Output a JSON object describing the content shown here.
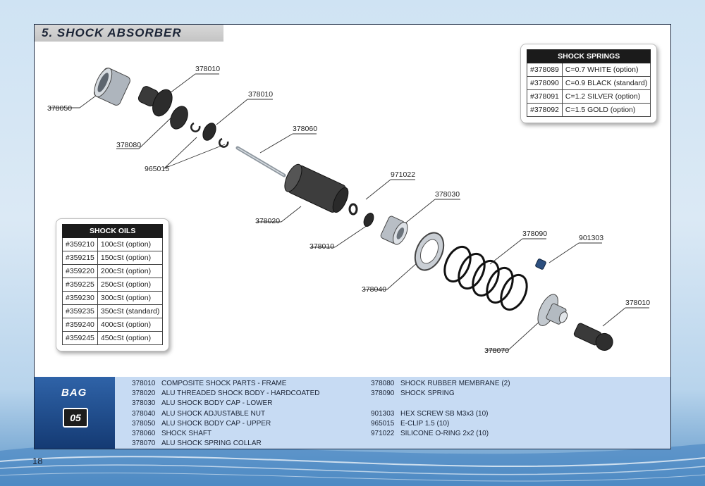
{
  "section_title": "5. SHOCK ABSORBER",
  "page_number": "18",
  "callouts": {
    "c378050": "378050",
    "c378010a": "378010",
    "c378010b": "378010",
    "c378080": "378080",
    "c965015": "965015",
    "c378060": "378060",
    "c378020": "378020",
    "c971022": "971022",
    "c378010c": "378010",
    "c378030": "378030",
    "c378040": "378040",
    "c378090": "378090",
    "c901303": "901303",
    "c378010d": "378010",
    "c378070": "378070"
  },
  "shock_springs": {
    "title": "SHOCK SPRINGS",
    "rows": [
      {
        "part": "#378089",
        "desc": "C=0.7 WHITE (option)"
      },
      {
        "part": "#378090",
        "desc": "C=0.9 BLACK (standard)"
      },
      {
        "part": "#378091",
        "desc": "C=1.2 SILVER (option)"
      },
      {
        "part": "#378092",
        "desc": "C=1.5 GOLD (option)"
      }
    ]
  },
  "shock_oils": {
    "title": "SHOCK OILS",
    "rows": [
      {
        "part": "#359210",
        "desc": "100cSt (option)"
      },
      {
        "part": "#359215",
        "desc": "150cSt (option)"
      },
      {
        "part": "#359220",
        "desc": "200cSt (option)"
      },
      {
        "part": "#359225",
        "desc": "250cSt (option)"
      },
      {
        "part": "#359230",
        "desc": "300cSt (option)"
      },
      {
        "part": "#359235",
        "desc": "350cSt (standard)"
      },
      {
        "part": "#359240",
        "desc": "400cSt (option)"
      },
      {
        "part": "#359245",
        "desc": "450cSt (option)"
      }
    ]
  },
  "bag": {
    "label": "BAG",
    "number": "05",
    "parts_left": [
      {
        "code": "378010",
        "desc": "COMPOSITE SHOCK PARTS - FRAME"
      },
      {
        "code": "378020",
        "desc": "ALU THREADED SHOCK BODY - HARDCOATED"
      },
      {
        "code": "378030",
        "desc": "ALU SHOCK BODY CAP - LOWER"
      },
      {
        "code": "378040",
        "desc": "ALU SHOCK ADJUSTABLE NUT"
      },
      {
        "code": "378050",
        "desc": "ALU SHOCK BODY CAP - UPPER"
      },
      {
        "code": "378060",
        "desc": "SHOCK SHAFT"
      },
      {
        "code": "378070",
        "desc": "ALU SHOCK SPRING COLLAR"
      }
    ],
    "parts_right_top": [
      {
        "code": "378080",
        "desc": "SHOCK RUBBER MEMBRANE (2)"
      },
      {
        "code": "378090",
        "desc": "SHOCK SPRING"
      }
    ],
    "parts_right_bottom": [
      {
        "code": "901303",
        "desc": "HEX SCREW SB M3x3  (10)"
      },
      {
        "code": "965015",
        "desc": "E-CLIP 1.5  (10)"
      },
      {
        "code": "971022",
        "desc": "SILICONE O-RING 2x2  (10)"
      }
    ]
  }
}
